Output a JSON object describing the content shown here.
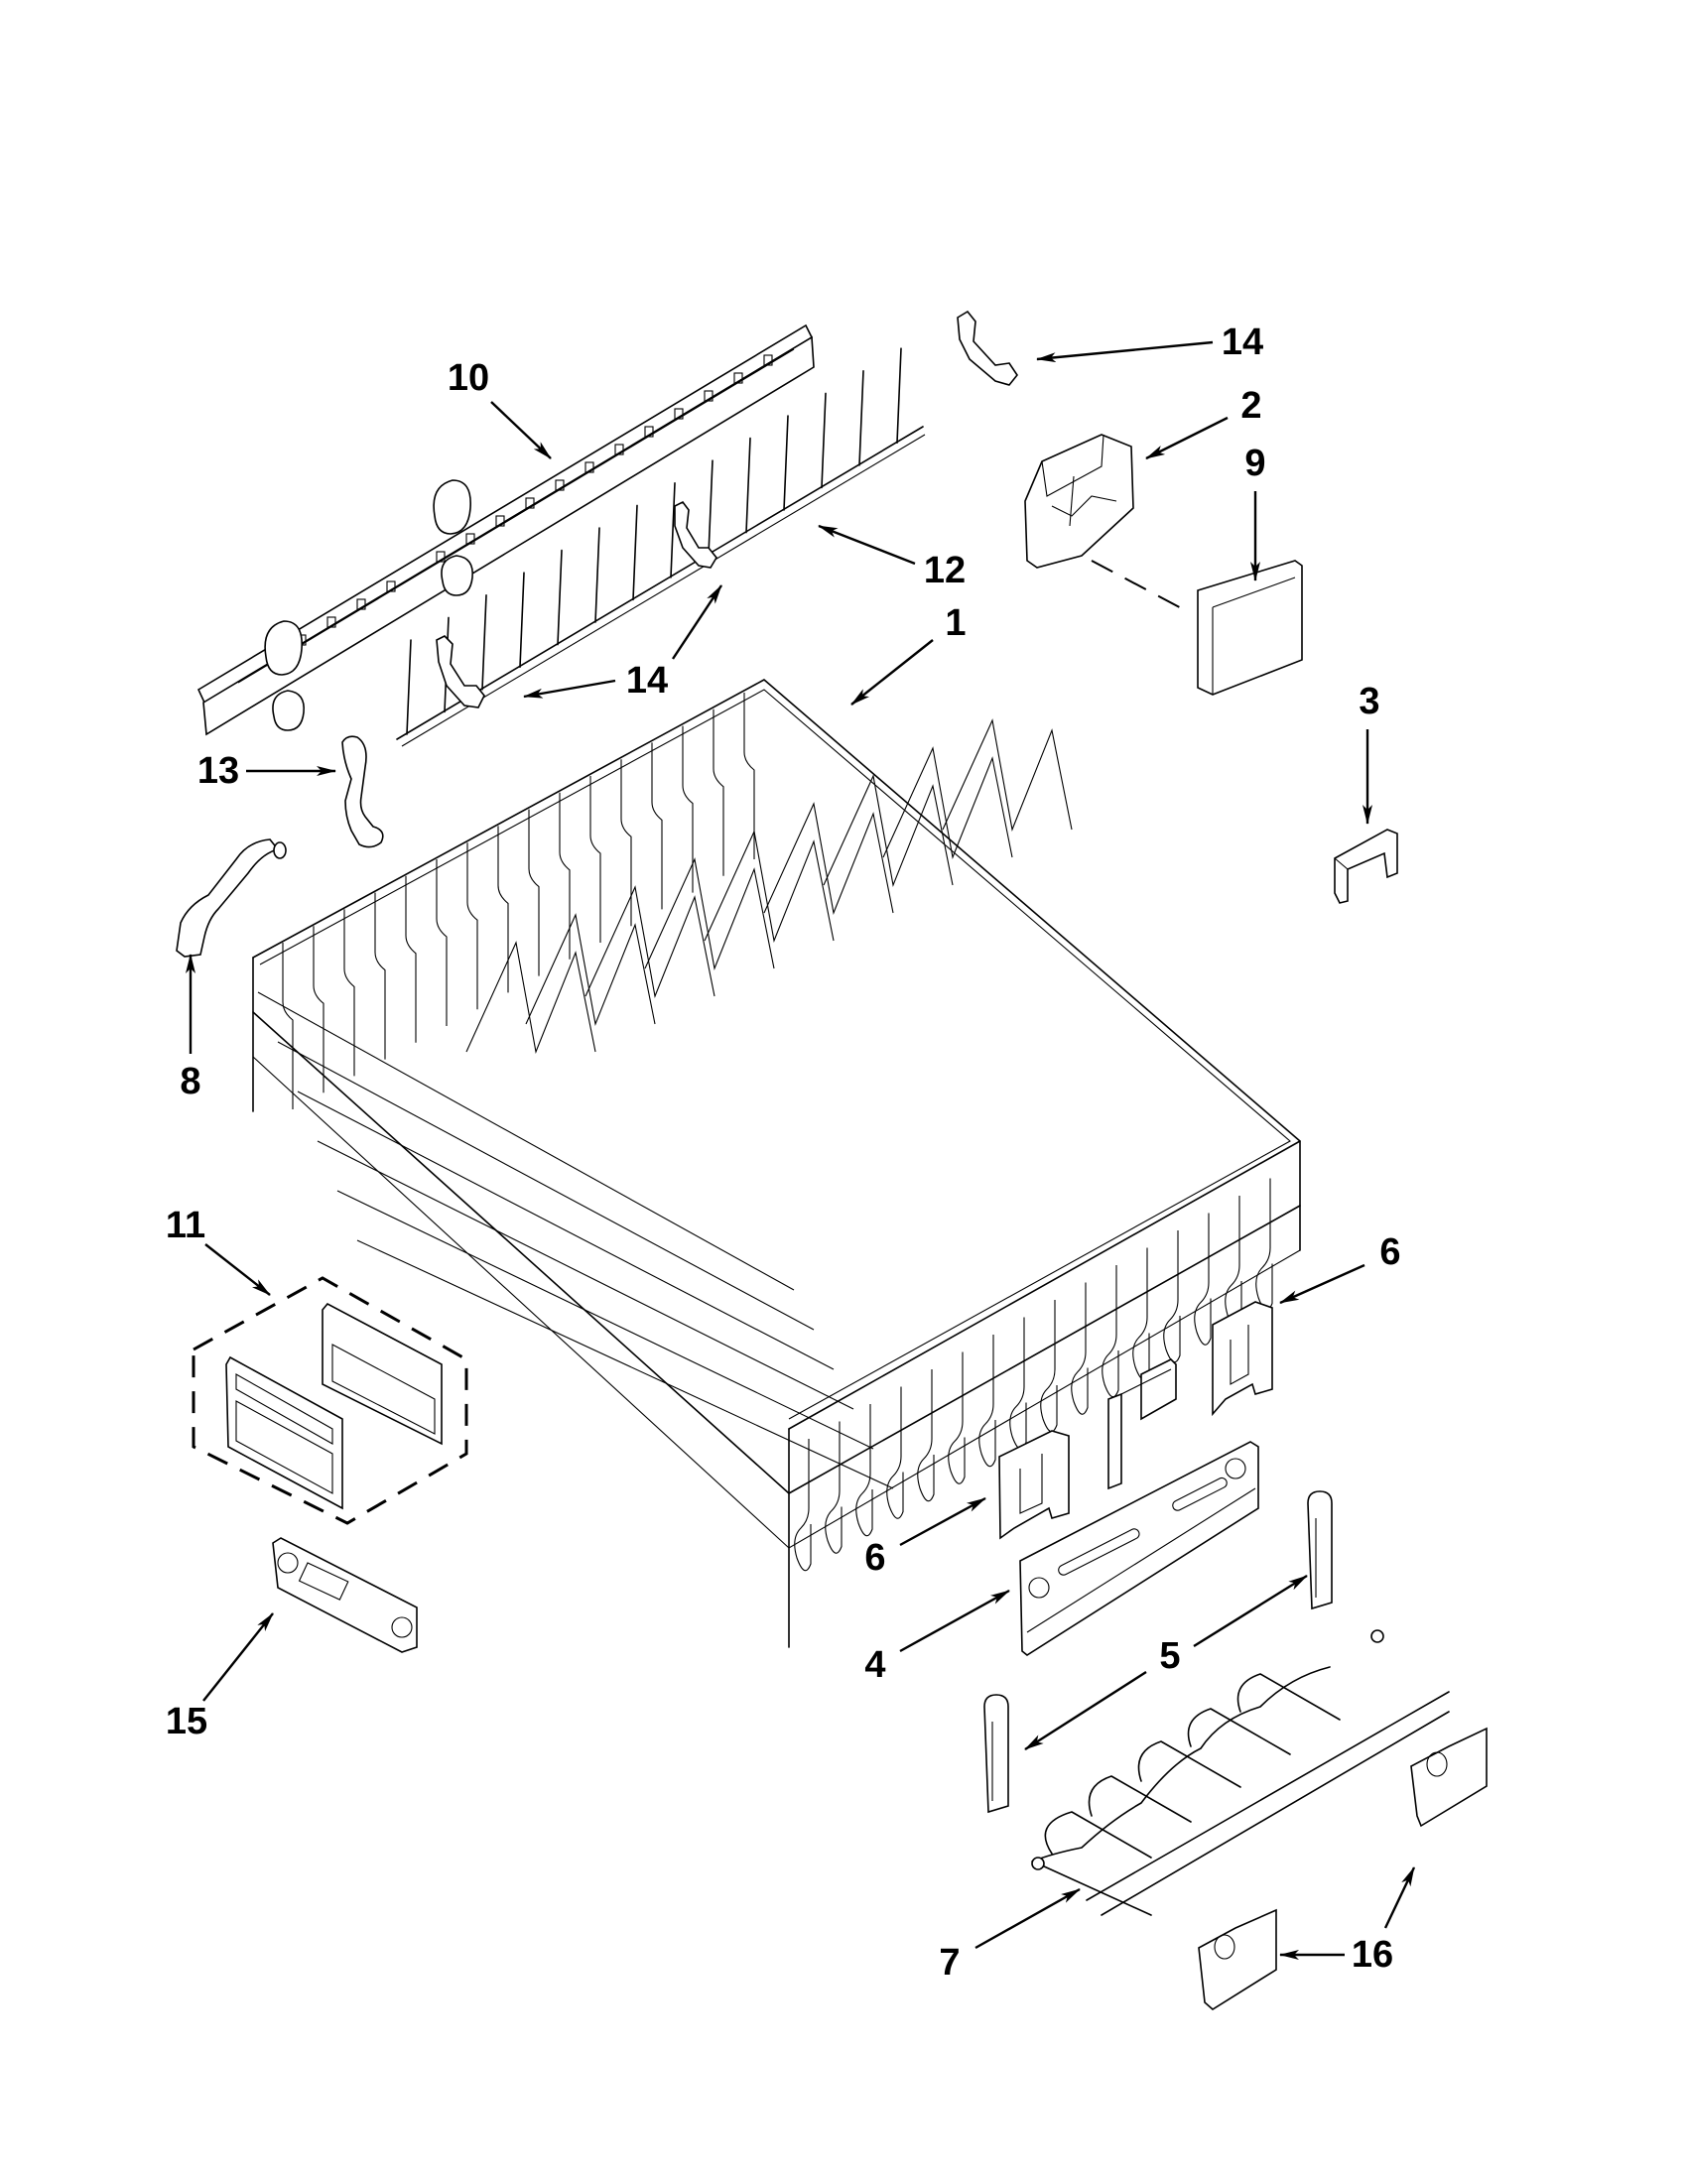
{
  "diagram": {
    "type": "exploded-parts-diagram",
    "subject": "Dishwasher upper rack and track parts",
    "line_color": "#000000",
    "background_color": "#ffffff",
    "callouts": [
      {
        "id": "c10",
        "label": "10",
        "part": "upper-rack-track"
      },
      {
        "id": "c14a",
        "label": "14",
        "part": "tine-row-clip-top"
      },
      {
        "id": "c2",
        "label": "2",
        "part": "track-stop-bracket"
      },
      {
        "id": "c9",
        "label": "9",
        "part": "bracket-cover"
      },
      {
        "id": "c12",
        "label": "12",
        "part": "fold-down-tine-row"
      },
      {
        "id": "c1",
        "label": "1",
        "part": "upper-dishrack"
      },
      {
        "id": "c14b",
        "label": "14",
        "part": "tine-row-clip-middle"
      },
      {
        "id": "c14c",
        "label": "14",
        "part": "tine-row-clip-left"
      },
      {
        "id": "c13",
        "label": "13",
        "part": "tine-clip"
      },
      {
        "id": "c3",
        "label": "3",
        "part": "end-cap"
      },
      {
        "id": "c8",
        "label": "8",
        "part": "rack-handle-lever"
      },
      {
        "id": "c11",
        "label": "11",
        "part": "rack-handle-kit"
      },
      {
        "id": "c6a",
        "label": "6",
        "part": "adjuster-clip-right"
      },
      {
        "id": "c6b",
        "label": "6",
        "part": "adjuster-clip-left"
      },
      {
        "id": "c4",
        "label": "4",
        "part": "rack-adjuster"
      },
      {
        "id": "c5",
        "label": "5",
        "part": "adjuster-slide"
      },
      {
        "id": "c15",
        "label": "15",
        "part": "rack-handle-latch"
      },
      {
        "id": "c7",
        "label": "7",
        "part": "cup-shelf-wire"
      },
      {
        "id": "c16",
        "label": "16",
        "part": "cup-shelf-clip"
      }
    ]
  }
}
